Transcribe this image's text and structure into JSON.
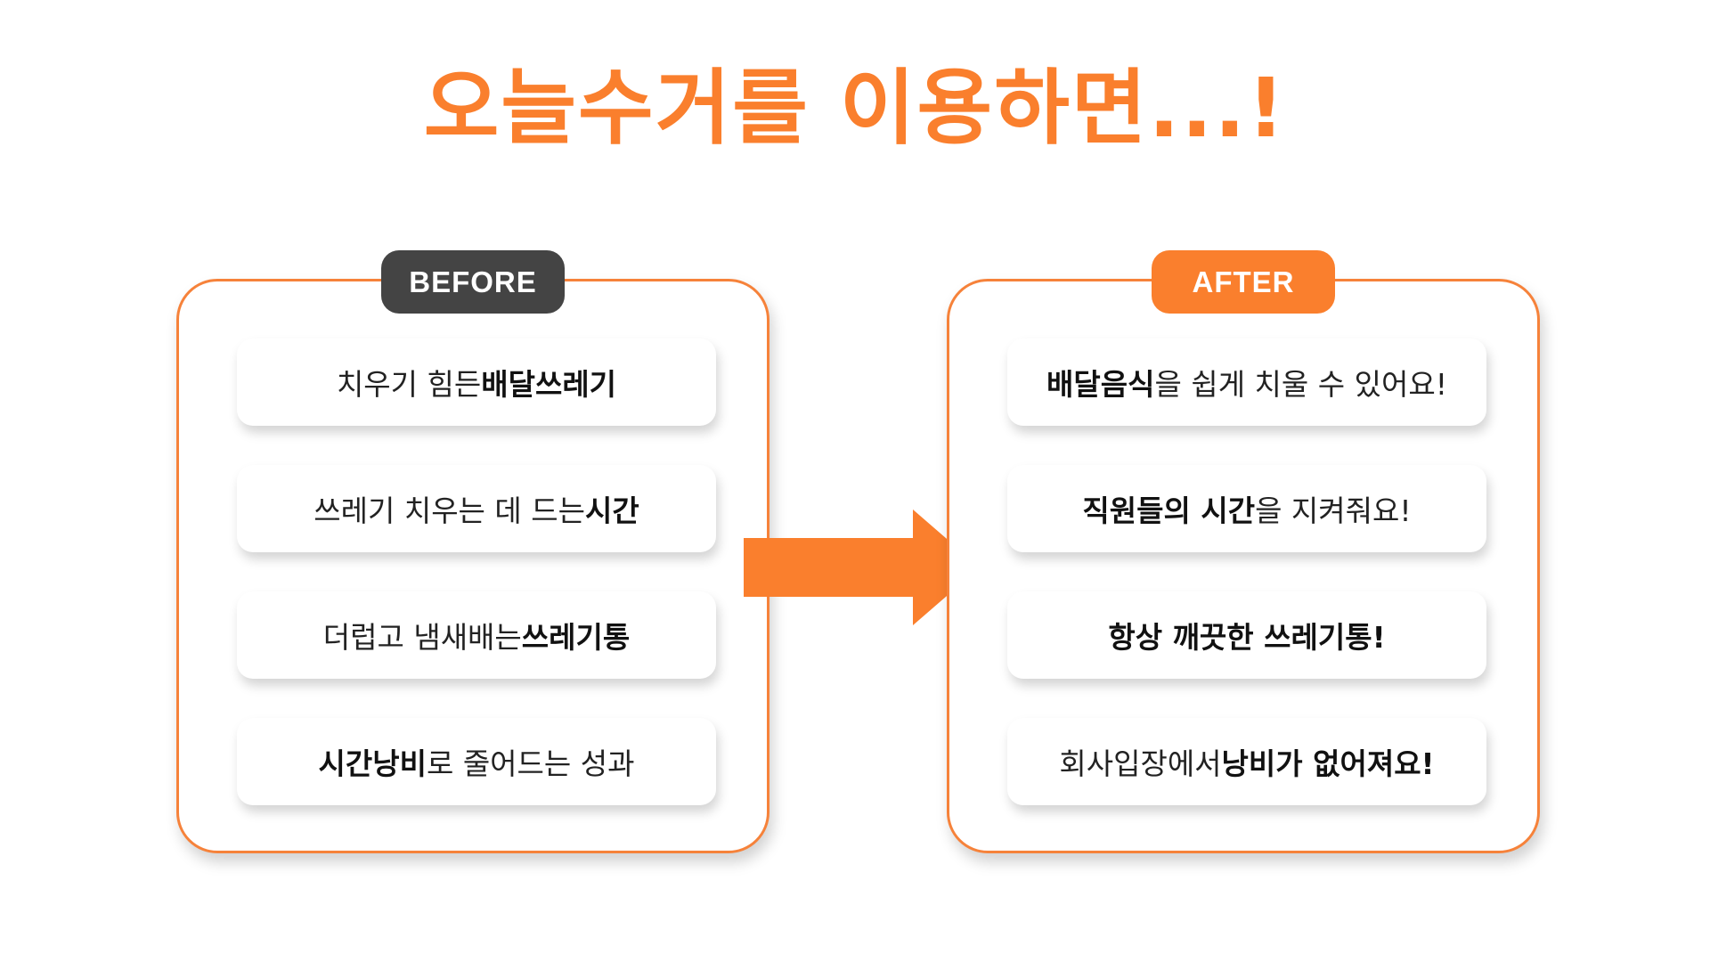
{
  "title": "오늘수거를 이용하면...!",
  "before": {
    "badge": "BEFORE",
    "items": [
      {
        "pre": "치우기 힘든 ",
        "bold": "배달쓰레기",
        "post": ""
      },
      {
        "pre": "쓰레기 치우는 데 드는 ",
        "bold": "시간",
        "post": ""
      },
      {
        "pre": "더럽고 냄새배는 ",
        "bold": "쓰레기통",
        "post": ""
      },
      {
        "pre": "",
        "bold": "시간낭비",
        "post": "로 줄어드는 성과"
      }
    ]
  },
  "after": {
    "badge": "AFTER",
    "items": [
      {
        "pre": "",
        "bold": "배달음식",
        "post": "을 쉽게 치울 수 있어요!"
      },
      {
        "pre": "",
        "bold": "직원들의 시간",
        "post": "을 지켜줘요!"
      },
      {
        "pre": "",
        "bold": "항상 깨끗한 쓰레기통!",
        "post": ""
      },
      {
        "pre": "회사입장에서 ",
        "bold": "낭비가 없어져요!",
        "post": ""
      }
    ]
  },
  "colors": {
    "accent": "#fa7f2d",
    "dark_badge": "#444444"
  }
}
